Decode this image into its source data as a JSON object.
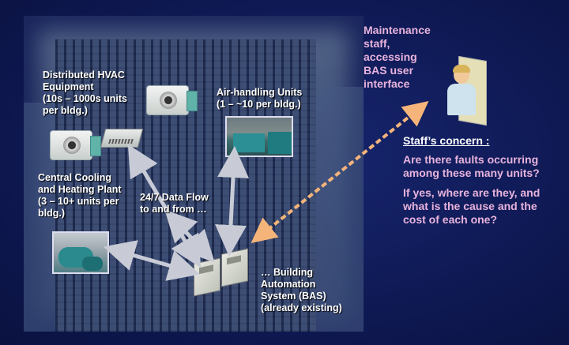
{
  "labels": {
    "hvac": "Distributed HVAC\nEquipment\n(10s – 1000s units\nper bldg.)",
    "ahu": "Air-handling Units\n(1 – ~10 per bldg.)",
    "plant": "Central Cooling\nand Heating Plant\n(3 – 10+ units per\nbldg.)",
    "dataflow": "24/7 Data Flow\nto and from …",
    "bas": "… Building\nAutomation\nSystem (BAS)\n(already existing)",
    "staff": "Maintenance\nstaff,\naccessing\nBAS user\ninterface"
  },
  "concern": {
    "title": "Staff’s concern :",
    "q1": "Are there faults occurring\namong these many units?",
    "q2": "If yes, where are they, and\nwhat is the cause and the\ncost of each one?"
  },
  "colors": {
    "background": "#0f1a55",
    "pink_text": "#e8b3dc",
    "arrow_gray": "#c8cbd6",
    "arrow_orange": "#f5b57a"
  }
}
